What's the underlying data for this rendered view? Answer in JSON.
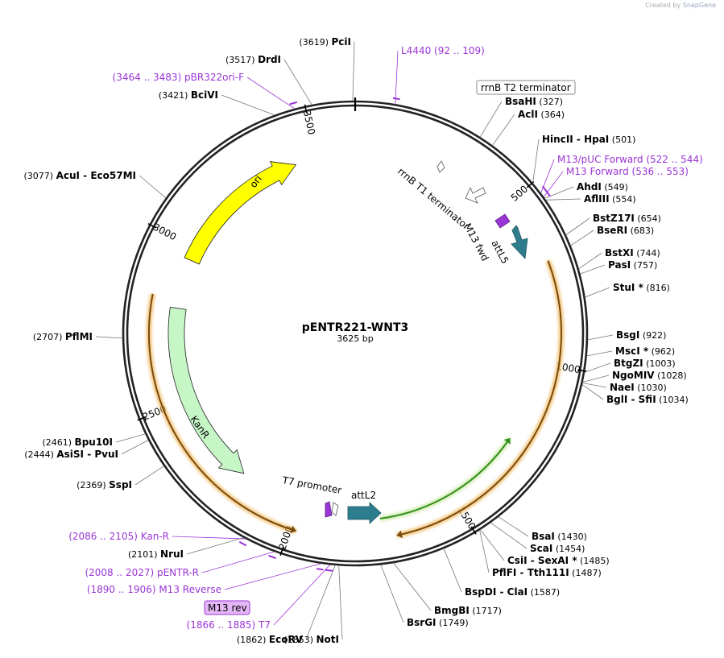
{
  "credit": {
    "prefix": "Created by",
    "brand": "SnapGene"
  },
  "plasmid": {
    "name": "pENTR221-WNT3",
    "length_label": "3625 bp"
  },
  "colors": {
    "ori": "#ffff00",
    "kanr": "#c6f5c6",
    "attl": "#2e7d8f",
    "primer": "#9a35d6",
    "orange_arc": "#f0b85a",
    "green_arc": "#2f8f1a"
  },
  "ticks": [
    "500",
    "1000",
    "1500",
    "2000",
    "2500",
    "3000",
    "3500"
  ],
  "features": {
    "ori": "ori",
    "kanr": "KanR",
    "attL5": "attL5",
    "attL2": "attL2",
    "m13fwd": "M13 fwd",
    "t7promoter": "T7 promoter",
    "rrnbT1": "rrnB T1 terminator",
    "rrnbT2": "rrnB T2 terminator"
  },
  "right_sites": [
    {
      "names": [
        "BsaHI"
      ],
      "pos": "(327)"
    },
    {
      "names": [
        "AclI"
      ],
      "pos": "(364)"
    },
    {
      "names": [
        "HincII",
        "HpaI"
      ],
      "pos": "(501)"
    },
    {
      "names": [
        "AhdI"
      ],
      "pos": "(549)"
    },
    {
      "names": [
        "AflIII"
      ],
      "pos": "(554)"
    },
    {
      "names": [
        "BstZ17I"
      ],
      "pos": "(654)"
    },
    {
      "names": [
        "BseRI"
      ],
      "pos": "(683)"
    },
    {
      "names": [
        "BstXI"
      ],
      "pos": "(744)"
    },
    {
      "names": [
        "PasI"
      ],
      "pos": "(757)"
    },
    {
      "names": [
        "StuI *"
      ],
      "pos": "(816)"
    },
    {
      "names": [
        "BsgI"
      ],
      "pos": "(922)"
    },
    {
      "names": [
        "MscI *"
      ],
      "pos": "(962)"
    },
    {
      "names": [
        "BtgZI"
      ],
      "pos": "(1003)"
    },
    {
      "names": [
        "NgoMIV"
      ],
      "pos": "(1028)"
    },
    {
      "names": [
        "NaeI"
      ],
      "pos": "(1030)"
    },
    {
      "names": [
        "BglI",
        "SfiI"
      ],
      "pos": "(1034)"
    },
    {
      "names": [
        "BsaI"
      ],
      "pos": "(1430)"
    },
    {
      "names": [
        "ScaI"
      ],
      "pos": "(1454)"
    },
    {
      "names": [
        "CsiI",
        "SexAI *"
      ],
      "pos": "(1485)"
    },
    {
      "names": [
        "PflFI",
        "Tth111I"
      ],
      "pos": "(1487)"
    },
    {
      "names": [
        "BspDI",
        "ClaI"
      ],
      "pos": "(1587)"
    },
    {
      "names": [
        "BmgBI"
      ],
      "pos": "(1717)"
    },
    {
      "names": [
        "BsrGI"
      ],
      "pos": "(1749)"
    },
    {
      "names": [
        "NotI"
      ],
      "pos": "(1853)"
    },
    {
      "names": [
        "EcoRV"
      ],
      "pos": "(1862)"
    }
  ],
  "left_sites": [
    {
      "names": [
        "PciI"
      ],
      "pos": "(3619)"
    },
    {
      "names": [
        "DrdI"
      ],
      "pos": "(3517)"
    },
    {
      "names": [
        "BciVI"
      ],
      "pos": "(3421)"
    },
    {
      "names": [
        "AcuI",
        "Eco57MI"
      ],
      "pos": "(3077)"
    },
    {
      "names": [
        "PflMI"
      ],
      "pos": "(2707)"
    },
    {
      "names": [
        "Bpu10I"
      ],
      "pos": "(2461)"
    },
    {
      "names": [
        "AsiSI",
        "PvuI"
      ],
      "pos": "(2444)"
    },
    {
      "names": [
        "SspI"
      ],
      "pos": "(2369)"
    },
    {
      "names": [
        "NruI"
      ],
      "pos": "(2101)"
    }
  ],
  "primers": [
    {
      "name": "L4440",
      "range": "(92 .. 109)"
    },
    {
      "name": "pBR322ori-F",
      "range": "(3464 .. 3483)"
    },
    {
      "name": "M13/pUC Forward",
      "range": "(522 .. 544)"
    },
    {
      "name": "M13 Forward",
      "range": "(536 .. 553)"
    },
    {
      "name": "Kan-R",
      "range": "(2086 .. 2105)"
    },
    {
      "name": "pENTR-R",
      "range": "(2008 .. 2027)"
    },
    {
      "name": "M13 Reverse",
      "range": "(1890 .. 1906)"
    },
    {
      "name": "T7",
      "range": "(1866 .. 1885)"
    }
  ],
  "boxed": {
    "rrnbT2": "rrnB T2 terminator",
    "m13rev": "M13 rev"
  }
}
